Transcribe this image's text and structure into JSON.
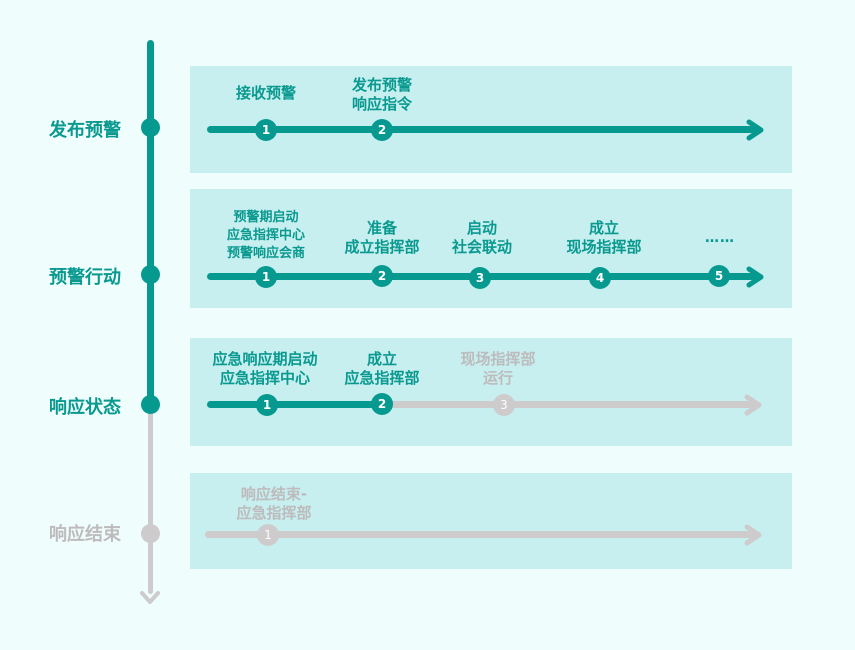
{
  "colors": {
    "active": "#06998f",
    "inactive": "#cdcbcb",
    "panel_bg": "#c7eff0",
    "page_bg": "#effefd"
  },
  "stages": [
    {
      "label": "发布预警",
      "status": "active",
      "steps": [
        {
          "number": "1",
          "label": [
            "接收预警"
          ],
          "status": "active"
        },
        {
          "number": "2",
          "label": [
            "发布预警",
            "响应指令"
          ],
          "status": "active"
        }
      ]
    },
    {
      "label": "预警行动",
      "status": "active",
      "steps": [
        {
          "number": "1",
          "label": [
            "预警期启动",
            "应急指挥中心",
            "预警响应会商"
          ],
          "status": "active"
        },
        {
          "number": "2",
          "label": [
            "准备",
            "成立指挥部"
          ],
          "status": "active"
        },
        {
          "number": "3",
          "label": [
            "启动",
            "社会联动"
          ],
          "status": "active"
        },
        {
          "number": "4",
          "label": [
            "成立",
            "现场指挥部"
          ],
          "status": "active"
        },
        {
          "number": "5",
          "label": [
            "……"
          ],
          "status": "active"
        }
      ]
    },
    {
      "label": "响应状态",
      "status": "active",
      "steps": [
        {
          "number": "1",
          "label": [
            "应急响应期启动",
            "应急指挥中心"
          ],
          "status": "active"
        },
        {
          "number": "2",
          "label": [
            "成立",
            "应急指挥部"
          ],
          "status": "active"
        },
        {
          "number": "3",
          "label": [
            "现场指挥部",
            "运行"
          ],
          "status": "inactive"
        }
      ]
    },
    {
      "label": "响应结束",
      "status": "inactive",
      "steps": [
        {
          "number": "1",
          "label": [
            "响应结束-",
            "应急指挥部"
          ],
          "status": "inactive"
        }
      ]
    }
  ]
}
